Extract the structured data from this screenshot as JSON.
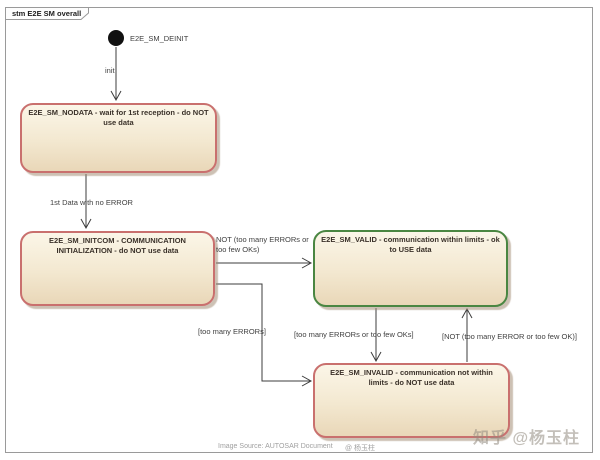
{
  "frame": {
    "title": "stm E2E SM overall"
  },
  "initial_state": {
    "label": "E2E_SM_DEINIT"
  },
  "states": [
    {
      "id": "nodata",
      "label": "E2E_SM_NODATA - wait for 1st reception - do NOT use data",
      "border_color": "#c9706e"
    },
    {
      "id": "initcom",
      "label": "E2E_SM_INITCOM - COMMUNICATION INITIALIZATION - do NOT use data",
      "border_color": "#c9706e"
    },
    {
      "id": "valid",
      "label": "E2E_SM_VALID - communication within limits - ok to USE data",
      "border_color": "#4a8642"
    },
    {
      "id": "invalid",
      "label": "E2E_SM_INVALID - communication not within limits - do NOT use data",
      "border_color": "#c9706e"
    }
  ],
  "transitions": [
    {
      "from": "initial",
      "to": "nodata",
      "label": "init"
    },
    {
      "from": "nodata",
      "to": "initcom",
      "label": "1st Data with no ERROR"
    },
    {
      "from": "initcom",
      "to": "valid",
      "label": "NOT (too many ERRORs or too few OKs)"
    },
    {
      "from": "initcom",
      "to": "invalid",
      "label": "[too many ERRORs]"
    },
    {
      "from": "valid",
      "to": "invalid",
      "label": "[too many ERRORs or too few OKs]"
    },
    {
      "from": "invalid",
      "to": "valid",
      "label": "[NOT (too many ERROR or too few OK)]"
    }
  ],
  "watermarks": {
    "source": "Image Source: AUTOSAR Document",
    "author": "@ 杨玉柱",
    "zhihu": "知乎 @杨玉柱"
  },
  "colors": {
    "state_fill_top": "#fbf6e8",
    "state_fill_bottom": "#e9d7b8",
    "state_border_red": "#c9706e",
    "state_border_green": "#4a8642",
    "wire": "#3c3c3c",
    "frame_border": "#9a9a9a"
  }
}
